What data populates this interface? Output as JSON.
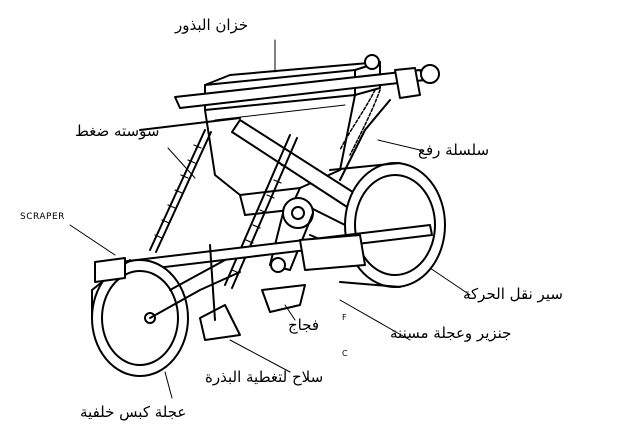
{
  "labels": {
    "seed_hopper": "خزان البذور",
    "pressure_spring": "سوسته ضغط",
    "lift_chain": "سلسلة رفع",
    "scraper": "SCRAPER",
    "drive_belt": "سير نقل الحركة",
    "furrow_opener": "فجاج",
    "chain_sprocket": "جنزير وعجلة مسننة",
    "seed_cover_blade": "سلاح لتغطية البذرة",
    "rear_press_wheel": "عجلة كبس خلفية",
    "mark_f": "F",
    "mark_c": "C"
  }
}
